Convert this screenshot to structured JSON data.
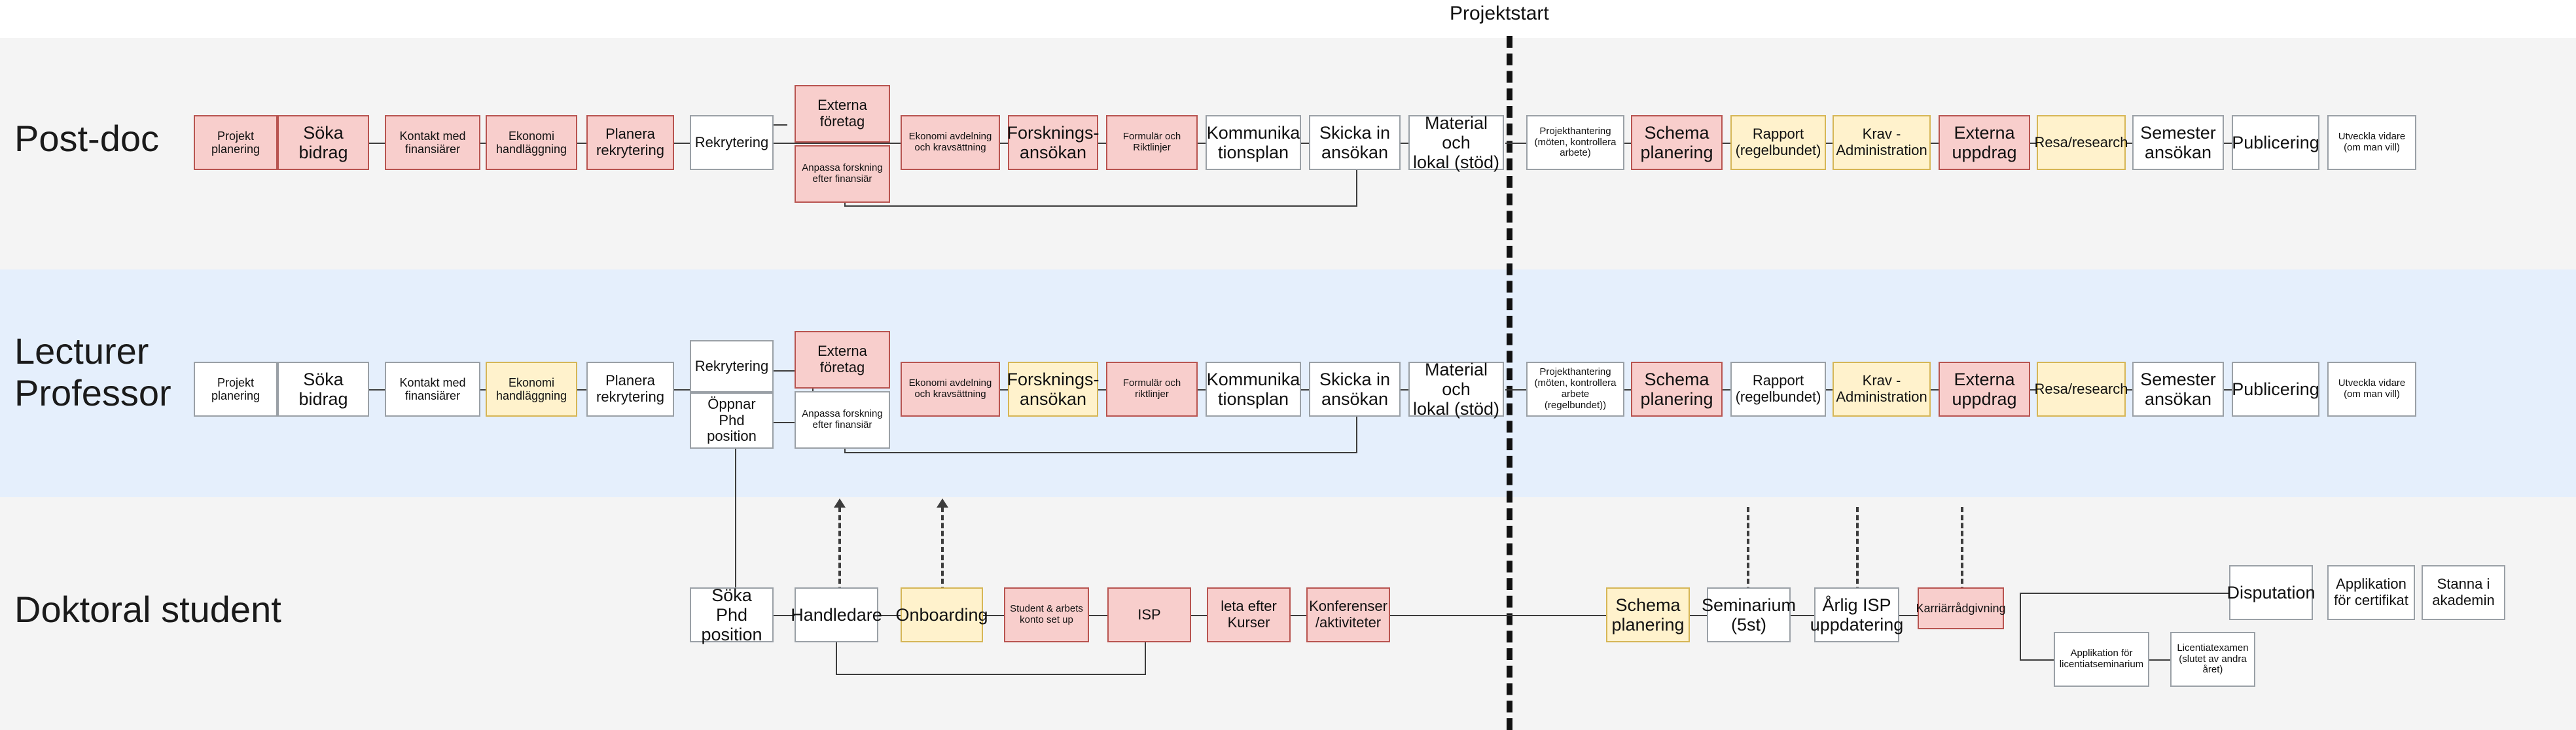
{
  "diagram": {
    "title_marker": "Projektstart",
    "colors": {
      "pink_fill": "#f8cecc",
      "pink_stroke": "#b85450",
      "yellow_fill": "#fff2cc",
      "yellow_stroke": "#d6b656",
      "white_fill": "#ffffff",
      "white_stroke": "#9aa0a6",
      "band_gray": "#f4f4f4",
      "band_blue": "#e5effc",
      "edge": "#3c3c3c"
    }
  },
  "rows": {
    "postdoc": {
      "label": "Post-doc"
    },
    "lecturer": {
      "label": "Lecturer\nProfessor"
    },
    "doctoral": {
      "label": "Doktoral student"
    }
  },
  "postdoc_nodes": [
    {
      "id": "pd-projekt-planering",
      "label": "Projekt\nplanering",
      "color": "pink"
    },
    {
      "id": "pd-soka-bidrag",
      "label": "Söka bidrag",
      "color": "pink"
    },
    {
      "id": "pd-kontakt-finansiarer",
      "label": "Kontakt med\nfinansiärer",
      "color": "pink"
    },
    {
      "id": "pd-ekonomi-handlaggning",
      "label": "Ekonomi\nhandläggning",
      "color": "pink"
    },
    {
      "id": "pd-planera-rekrytering",
      "label": "Planera\nrekrytering",
      "color": "pink"
    },
    {
      "id": "pd-rekrytering",
      "label": "Rekrytering",
      "color": "white"
    },
    {
      "id": "pd-externa-foretag",
      "label": "Externa\nföretag",
      "color": "pink"
    },
    {
      "id": "pd-anpassa-forskning",
      "label": "Anpassa forskning\nefter finansiär",
      "color": "pink"
    },
    {
      "id": "pd-ekonomi-avdelning",
      "label": "Ekonomi avdelning\noch kravsättning",
      "color": "pink"
    },
    {
      "id": "pd-forsknings-ansokan",
      "label": "Forsknings-\nansökan",
      "color": "pink"
    },
    {
      "id": "pd-formular-riktlinjer",
      "label": "Formulär och\nRiktlinjer",
      "color": "pink"
    },
    {
      "id": "pd-kommunikationsplan",
      "label": "Kommunika\ntionsplan",
      "color": "white"
    },
    {
      "id": "pd-skicka-in-ansokan",
      "label": "Skicka in\nansökan",
      "color": "white"
    },
    {
      "id": "pd-material-lokal",
      "label": "Material och\nlokal (stöd)",
      "color": "white"
    },
    {
      "id": "pd-projekthantering",
      "label": "Projekthantering\n(möten, kontrollera\narbete)",
      "color": "white"
    },
    {
      "id": "pd-schema-planering",
      "label": "Schema\nplanering",
      "color": "pink"
    },
    {
      "id": "pd-rapport",
      "label": "Rapport\n(regelbundet)",
      "color": "yellow"
    },
    {
      "id": "pd-krav-administration",
      "label": "Krav -\nAdministration",
      "color": "yellow"
    },
    {
      "id": "pd-externa-uppdrag",
      "label": "Externa\nuppdrag",
      "color": "pink"
    },
    {
      "id": "pd-resa-research",
      "label": "Resa/research",
      "color": "yellow"
    },
    {
      "id": "pd-semester-ansokan",
      "label": "Semester\nansökan",
      "color": "white"
    },
    {
      "id": "pd-publicering",
      "label": "Publicering",
      "color": "white"
    },
    {
      "id": "pd-utveckla-vidare",
      "label": "Utveckla vidare\n(om man vill)",
      "color": "white"
    }
  ],
  "lecturer_nodes": [
    {
      "id": "lc-projekt-planering",
      "label": "Projekt\nplanering",
      "color": "white"
    },
    {
      "id": "lc-soka-bidrag",
      "label": "Söka bidrag",
      "color": "white"
    },
    {
      "id": "lc-kontakt-finansiarer",
      "label": "Kontakt med\nfinansiärer",
      "color": "white"
    },
    {
      "id": "lc-ekonomi-handlaggning",
      "label": "Ekonomi\nhandläggning",
      "color": "yellow"
    },
    {
      "id": "lc-planera-rekrytering",
      "label": "Planera\nrekrytering",
      "color": "white"
    },
    {
      "id": "lc-rekrytering",
      "label": "Rekrytering",
      "color": "white"
    },
    {
      "id": "lc-oppnar-phd-position",
      "label": "Öppnar Phd\nposition",
      "color": "white"
    },
    {
      "id": "lc-externa-foretag",
      "label": "Externa\nföretag",
      "color": "pink"
    },
    {
      "id": "lc-anpassa-forskning",
      "label": "Anpassa forskning\nefter finansiär",
      "color": "white"
    },
    {
      "id": "lc-ekonomi-avdelning",
      "label": "Ekonomi avdelning\noch kravsättning",
      "color": "pink"
    },
    {
      "id": "lc-forsknings-ansokan",
      "label": "Forsknings-\nansökan",
      "color": "yellow"
    },
    {
      "id": "lc-formular-riktlinjer",
      "label": "Formulär och\nriktlinjer",
      "color": "pink"
    },
    {
      "id": "lc-kommunikationsplan",
      "label": "Kommunika\ntionsplan",
      "color": "white"
    },
    {
      "id": "lc-skicka-in-ansokan",
      "label": "Skicka in\nansökan",
      "color": "white"
    },
    {
      "id": "lc-material-lokal",
      "label": "Material och\nlokal (stöd)",
      "color": "white"
    },
    {
      "id": "lc-projekthantering",
      "label": "Projekthantering\n(möten, kontrollera\narbete (regelbundet))",
      "color": "white"
    },
    {
      "id": "lc-schema-planering",
      "label": "Schema\nplanering",
      "color": "pink"
    },
    {
      "id": "lc-rapport",
      "label": "Rapport\n(regelbundet)",
      "color": "white"
    },
    {
      "id": "lc-krav-administration",
      "label": "Krav -\nAdministration",
      "color": "yellow"
    },
    {
      "id": "lc-externa-uppdrag",
      "label": "Externa\nuppdrag",
      "color": "pink"
    },
    {
      "id": "lc-resa-research",
      "label": "Resa/research",
      "color": "yellow"
    },
    {
      "id": "lc-semester-ansokan",
      "label": "Semester\nansökan",
      "color": "white"
    },
    {
      "id": "lc-publicering",
      "label": "Publicering",
      "color": "white"
    },
    {
      "id": "lc-utveckla-vidare",
      "label": "Utveckla vidare\n(om man vill)",
      "color": "white"
    }
  ],
  "doctoral_nodes": [
    {
      "id": "dr-soka-phd-position",
      "label": "Söka Phd\nposition",
      "color": "white"
    },
    {
      "id": "dr-handledare",
      "label": "Handledare",
      "color": "white"
    },
    {
      "id": "dr-onboarding",
      "label": "Onboarding",
      "color": "yellow"
    },
    {
      "id": "dr-konto-setup",
      "label": "Student & arbets\nkonto set up",
      "color": "pink"
    },
    {
      "id": "dr-isp",
      "label": "ISP",
      "color": "pink"
    },
    {
      "id": "dr-leta-efter-kurser",
      "label": "leta efter\nKurser",
      "color": "pink"
    },
    {
      "id": "dr-konferenser",
      "label": "Konferenser\n/aktiviteter",
      "color": "pink"
    },
    {
      "id": "dr-schema-planering",
      "label": "Schema\nplanering",
      "color": "yellow"
    },
    {
      "id": "dr-seminarium",
      "label": "Seminarium\n(5st)",
      "color": "white"
    },
    {
      "id": "dr-arlig-isp",
      "label": "Årlig ISP\nuppdatering",
      "color": "white"
    },
    {
      "id": "dr-karriarradgivning",
      "label": "Karriärrådgivning",
      "color": "pink"
    },
    {
      "id": "dr-disputation",
      "label": "Disputation",
      "color": "white"
    },
    {
      "id": "dr-applikation-certifikat",
      "label": "Applikation\nför certifikat",
      "color": "white"
    },
    {
      "id": "dr-stanna-akademin",
      "label": "Stanna i\nakademin",
      "color": "white"
    },
    {
      "id": "dr-applikation-licentiat",
      "label": "Applikation för\nlicentiatseminarium",
      "color": "white"
    },
    {
      "id": "dr-licentiatexamen",
      "label": "Licentiatexamen\n(slutet av andra\nåret)",
      "color": "white"
    }
  ]
}
